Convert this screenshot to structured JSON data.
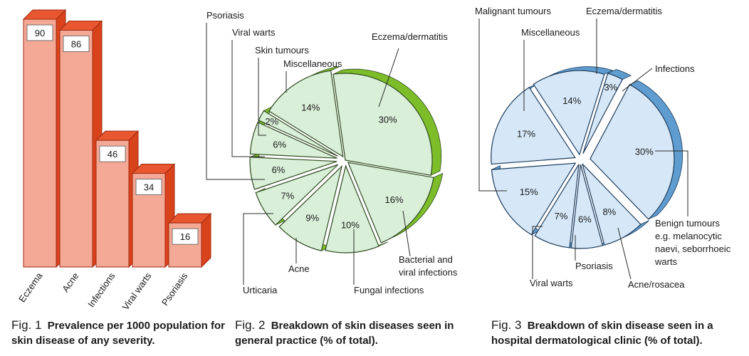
{
  "captions": [
    {
      "fig": "Fig. 1",
      "text": "Prevalence per 1000 population for skin disease of any severity."
    },
    {
      "fig": "Fig. 2",
      "text": "Breakdown of skin diseases seen in general practice (% of total)."
    },
    {
      "fig": "Fig. 3",
      "text": "Breakdown of skin disease seen in a hospital dermatological clinic (% of total)."
    }
  ],
  "chart_data": [
    {
      "type": "bar",
      "categories": [
        "Eczema",
        "Acne",
        "Infections",
        "Viral warts",
        "Psoriasis"
      ],
      "values": [
        90,
        86,
        46,
        34,
        16
      ],
      "value_labels": [
        "90",
        "86",
        "46",
        "34",
        "16"
      ],
      "colors": {
        "front": "#f4a996",
        "top": "#e8572f",
        "side": "#d9431c",
        "edge": "#a02a10"
      }
    },
    {
      "type": "pie",
      "slices": [
        {
          "label": "Eczema/dermatitis",
          "value": 30,
          "text": "30%"
        },
        {
          "label": "Bacterial and viral infections",
          "value": 16,
          "text": "16%"
        },
        {
          "label": "Fungal infections",
          "value": 10,
          "text": "10%"
        },
        {
          "label": "Acne",
          "value": 9,
          "text": "9%"
        },
        {
          "label": "Urticaria",
          "value": 7,
          "text": "7%"
        },
        {
          "label": "Psoriasis",
          "value": 6,
          "text": "6%"
        },
        {
          "label": "Viral warts",
          "value": 6,
          "text": "6%"
        },
        {
          "label": "Skin tumours",
          "value": 2,
          "text": "2%"
        },
        {
          "label": "Miscellaneous",
          "value": 14,
          "text": "14%"
        }
      ],
      "colors": {
        "face": "#d9efd8",
        "side": "#7dbd2a",
        "edge": "#2f4a1f"
      }
    },
    {
      "type": "pie",
      "slices": [
        {
          "label": "Benign tumours e.g. melanocytic naevi, seborrhoeic warts",
          "value": 30,
          "text": "30%"
        },
        {
          "label": "Acne/rosacea",
          "value": 8,
          "text": "8%"
        },
        {
          "label": "Psoriasis",
          "value": 6,
          "text": "6%"
        },
        {
          "label": "Viral warts",
          "value": 7,
          "text": "7%"
        },
        {
          "label": "Malignant tumours",
          "value": 15,
          "text": "15%"
        },
        {
          "label": "Miscellaneous",
          "value": 17,
          "text": "17%"
        },
        {
          "label": "Eczema/dermatitis",
          "value": 14,
          "text": "14%"
        },
        {
          "label": "Infections",
          "value": 3,
          "text": "3%"
        }
      ],
      "colors": {
        "face": "#d6e8f8",
        "side": "#5f9ccf",
        "edge": "#1f3d5c"
      }
    }
  ]
}
